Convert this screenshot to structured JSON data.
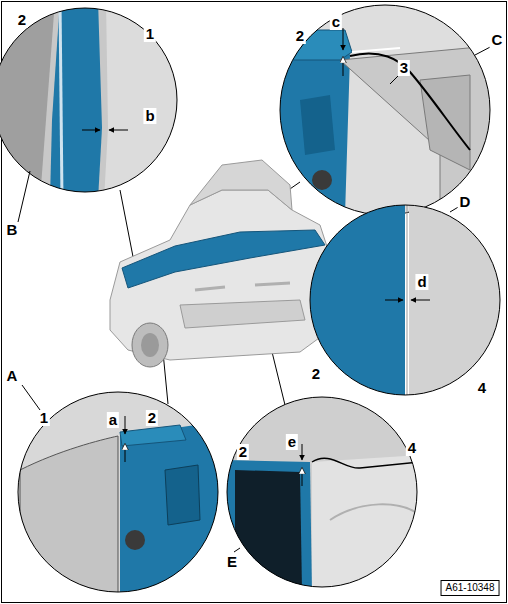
{
  "diagram": {
    "labels": [
      "2",
      "1",
      "b",
      "B",
      "2",
      "c",
      "3",
      "C",
      "D",
      "d",
      "2",
      "4",
      "A",
      "2",
      "a",
      "1",
      "2",
      "e",
      "4",
      "E",
      "A61-10348"
    ]
  }
}
